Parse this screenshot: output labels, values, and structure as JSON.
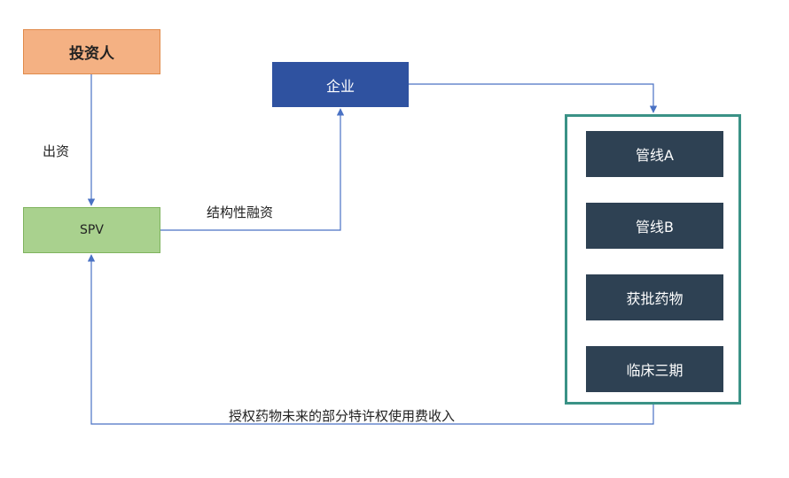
{
  "nodes": {
    "investor": "投资人",
    "enterprise": "企业",
    "spv": "SPV",
    "portfolio": [
      "管线A",
      "管线B",
      "获批药物",
      "临床三期"
    ]
  },
  "edges": {
    "invest": "出资",
    "structured_financing": "结构性融资",
    "royalty_transfer": "授权药物未来的部分特许权使用费收入"
  },
  "colors": {
    "investor_fill": "#f4b183",
    "enterprise_fill": "#2f52a0",
    "spv_fill": "#a9d18e",
    "portfolio_border": "#3a9286",
    "portfolio_item_fill": "#2e4153",
    "connector": "#4a72c4"
  }
}
